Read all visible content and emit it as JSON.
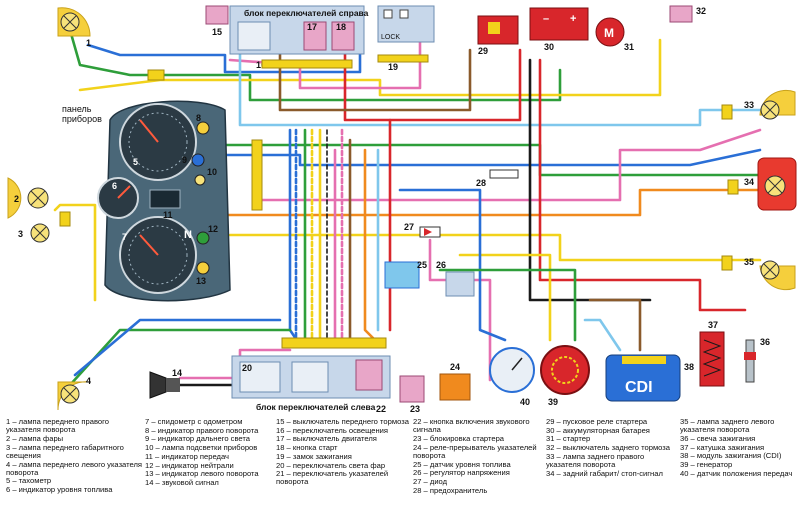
{
  "labels": {
    "panel": "панель\nприборов",
    "block_right": "блок переключателей справа",
    "block_left": "блок переключателей слева",
    "lock": "LOCK",
    "cdi": "CDI",
    "n_symbol": "N"
  },
  "legend": [
    "1 – лампа переднего правого указателя поворота",
    "2 – лампа фары",
    "3 – лампа переднего габаритного свещения",
    "4 – лампа переднего левого указателя поворота",
    "5 – тахометр",
    "6 – индикатор уровня топлива",
    "7 – спидометр с одометром",
    "8 – индикатор правого поворота",
    "9 – индикатор дальнего света",
    "10 – лампа подсветки приборов",
    "11 – индикатор передач",
    "12 – индикатор нейтрали",
    "13 – индикатор левого поворота",
    "14 – звуковой сигнал",
    "15 – выключатель переднего тормоза",
    "16 – переключатель освещения",
    "17 – выключатель двигателя",
    "18 – кнопка старт",
    "19 – замок зажигания",
    "20 – переключатель света фар",
    "21 – переключатель указателей поворота",
    "22 – кнопка включения звукового сигнала",
    "23 – блокировка стартера",
    "24 – реле-прерыватель указателей поворота",
    "25 – датчик уровня топлива",
    "26 – регулятор напряжения",
    "27 – диод",
    "28 – предохранитель",
    "29 – пусковое реле стартера",
    "30 – аккумуляторная батарея",
    "31 – стартер",
    "32 – выключатель заднего тормоза",
    "33 – лампа заднего правого указателя поворота",
    "34 – задний габарит/ стоп-сигнал",
    "35 – лампа заднего левого указателя поворота",
    "36 – свеча зажигания",
    "37 – катушка зажигания",
    "38 – модуль зажигания (CDI)",
    "39 – генератор",
    "40 – датчик положения передач"
  ],
  "colors": {
    "blue": "#2a6fd6",
    "green": "#2e9e3a",
    "yellow": "#f2d21b",
    "red": "#d8262b",
    "pink": "#e56fb0",
    "brown": "#8a5a2b",
    "orange": "#f08a1e",
    "lightblue": "#7fc7ec",
    "grey": "#777777",
    "black": "#1a1a1a",
    "lamp": "#f5cf3c",
    "connector": "#f2d21b"
  }
}
